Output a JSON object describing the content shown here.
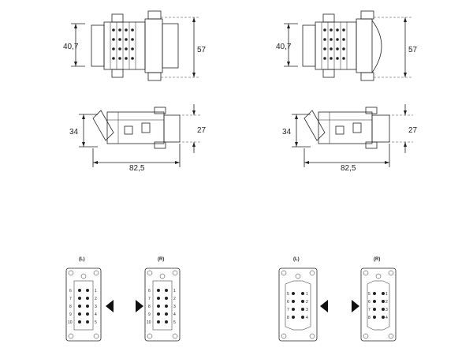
{
  "views": {
    "left_top": {
      "dim_left": "40,7",
      "dim_right": "57"
    },
    "left_mid": {
      "dim_left": "34",
      "dim_right": "27",
      "dim_bottom": "82,5"
    },
    "right_top": {
      "dim_left": "40,7",
      "dim_right": "57"
    },
    "right_mid": {
      "dim_left": "34",
      "dim_right": "27",
      "dim_bottom": "82,5"
    }
  },
  "faces": [
    {
      "label": "(L)",
      "pins_left": [
        "1",
        "2",
        "3",
        "4",
        "5"
      ],
      "pins_right": [
        "6",
        "7",
        "8",
        "9",
        "10"
      ]
    },
    {
      "label": "(R)",
      "pins_left": [
        "6",
        "7",
        "8",
        "9",
        "10"
      ],
      "pins_right": [
        "1",
        "2",
        "3",
        "4",
        "5"
      ]
    },
    {
      "label": "(L)",
      "pins_left": [
        "1",
        "2",
        "3",
        "4"
      ],
      "pins_right": [
        "5",
        "6",
        "7",
        "8"
      ]
    },
    {
      "label": "(R)",
      "pins_left": [
        "5",
        "6",
        "7",
        "8"
      ],
      "pins_right": [
        "1",
        "2",
        "3",
        "4"
      ]
    }
  ]
}
